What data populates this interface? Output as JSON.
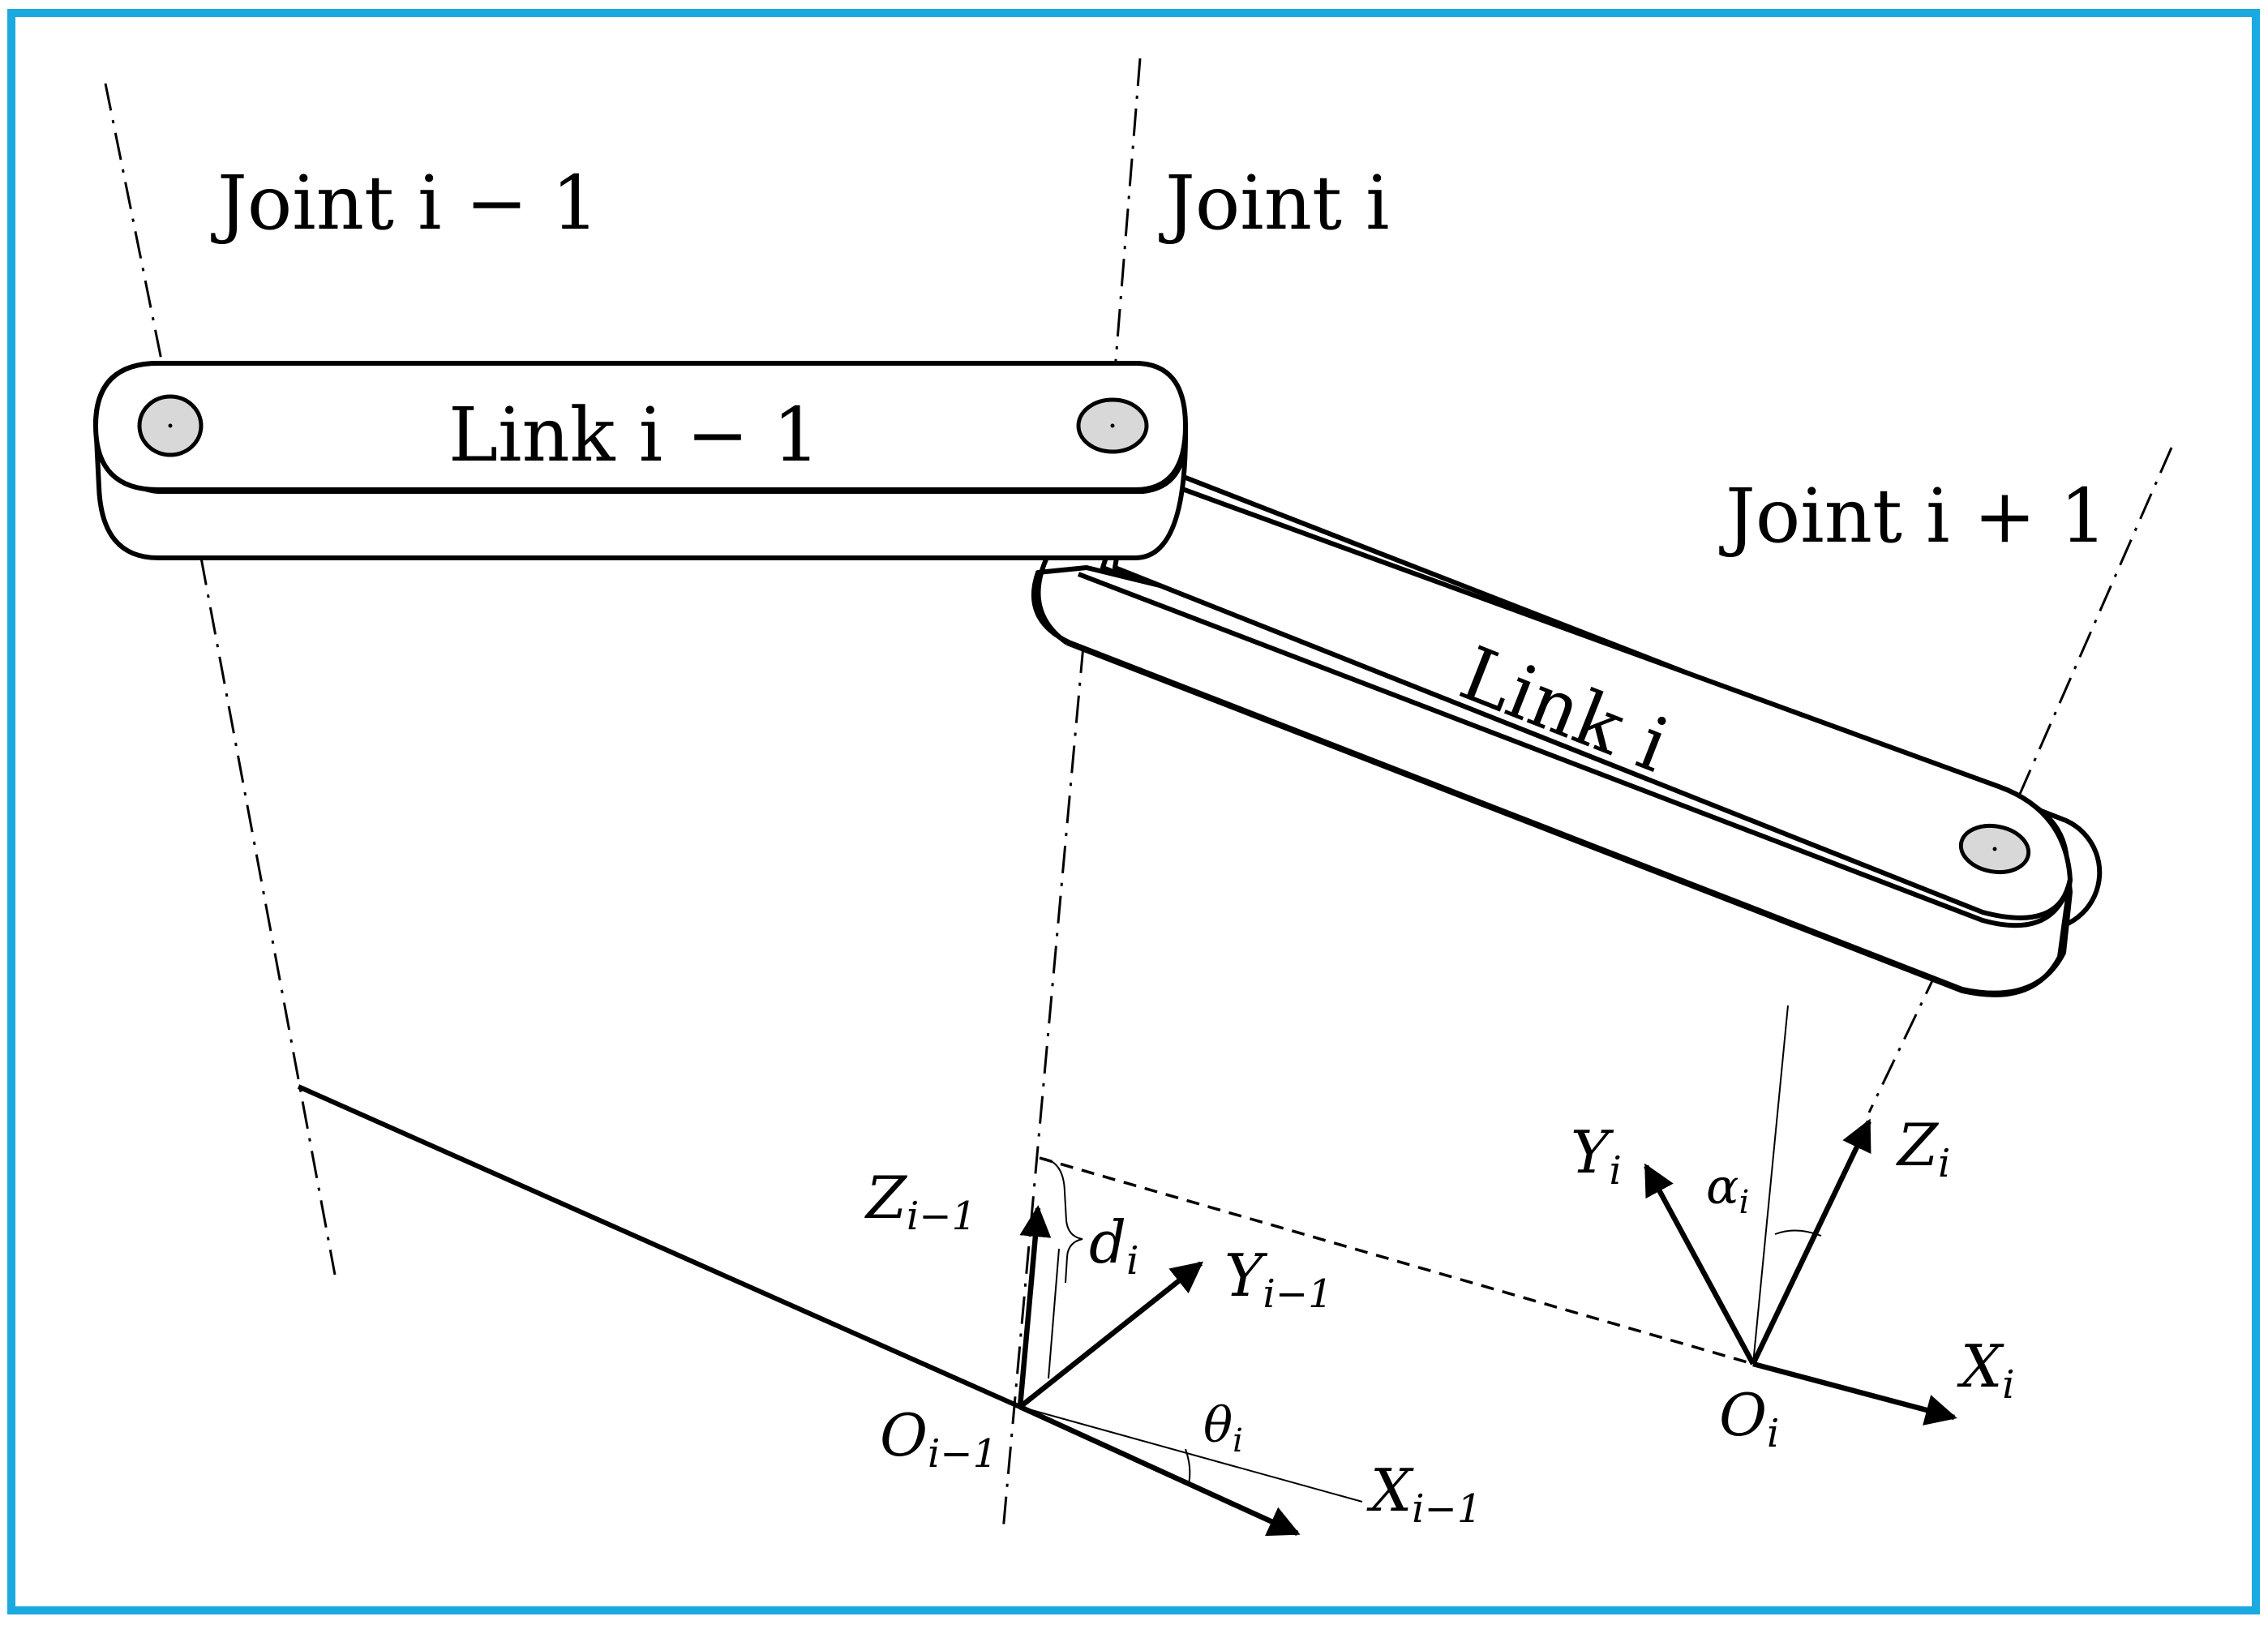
{
  "labels": {
    "joint_prev": "Joint i − 1",
    "joint_cur": "Joint i",
    "joint_next": "Joint i + 1",
    "link_prev": "Link i − 1",
    "link_cur": "Link i"
  },
  "frame_prev": {
    "z": {
      "base": "Z",
      "sub": "i−1"
    },
    "y": {
      "base": "Y",
      "sub": "i−1"
    },
    "x": {
      "base": "X",
      "sub": "i−1"
    },
    "origin": {
      "base": "O",
      "sub": "i−1"
    }
  },
  "frame_cur": {
    "z": {
      "base": "Z",
      "sub": "i"
    },
    "y": {
      "base": "Y",
      "sub": "i"
    },
    "x": {
      "base": "X",
      "sub": "i"
    },
    "origin": {
      "base": "O",
      "sub": "i"
    }
  },
  "params": {
    "d": {
      "base": "d",
      "sub": "i"
    },
    "theta": {
      "base": "θ",
      "sub": "i"
    },
    "alpha": {
      "base": "α",
      "sub": "i"
    }
  },
  "colors": {
    "frame_border": "#1aa9e0",
    "hole_fill": "#d8d8d8"
  }
}
